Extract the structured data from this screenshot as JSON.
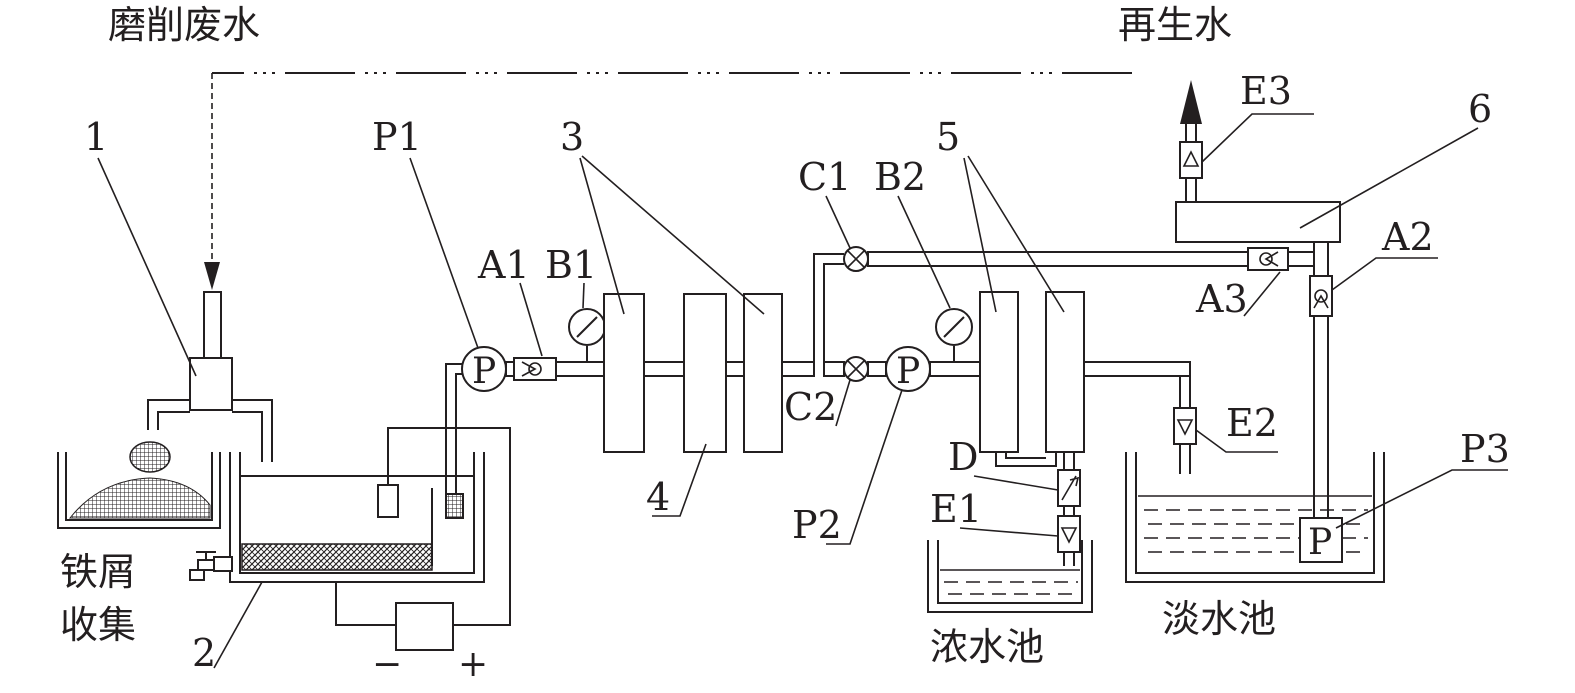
{
  "texts": {
    "inlet": "磨削废水",
    "outlet": "再生水",
    "chips_1": "铁屑",
    "chips_2": "收集",
    "conc_pool": "浓水池",
    "fresh_pool": "淡水池",
    "minus": "−",
    "plus": "+"
  },
  "labels": {
    "n1": "1",
    "n2": "2",
    "n3": "3",
    "n4": "4",
    "n5": "5",
    "n6": "6",
    "P1": "P1",
    "P2": "P2",
    "P3": "P3",
    "A1": "A1",
    "A2": "A2",
    "A3": "A3",
    "B1": "B1",
    "B2": "B2",
    "C1": "C1",
    "C2": "C2",
    "D": "D",
    "E1": "E1",
    "E2": "E2",
    "E3": "E3",
    "pump_letter": "P"
  },
  "icons": [
    "pump-icon",
    "check-valve-icon",
    "pressure-gauge-icon",
    "ball-valve-icon",
    "flowmeter-icon",
    "needle-valve-icon",
    "tap-icon",
    "arrow-icon"
  ]
}
